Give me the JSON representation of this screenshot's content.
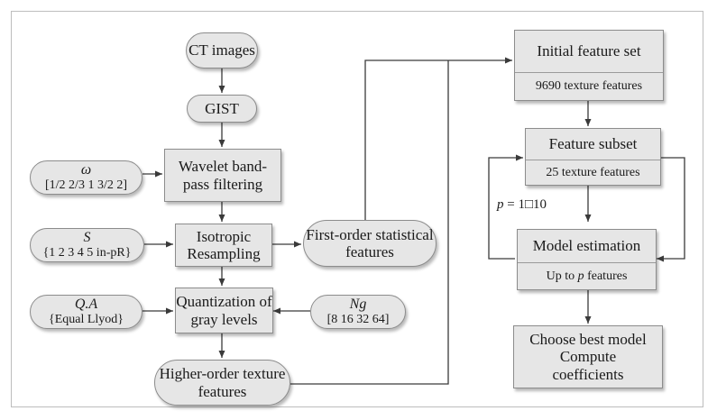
{
  "nodes": {
    "ct_images": "CT images",
    "gist": "GIST",
    "wavelet": "Wavelet band-pass filtering",
    "omega": {
      "symbol": "ω",
      "values": "[1/2  2/3  1  3/2  2]"
    },
    "isotropic": "Isotropic Resampling",
    "s_param": {
      "symbol": "S",
      "values": "{1 2 3 4 5 in-pR}"
    },
    "first_order": "First-order statistical features",
    "quantization": "Quantization of gray levels",
    "qa_param": {
      "symbol": "Q.A",
      "values": "{Equal  Llyod}"
    },
    "ng_param": {
      "symbol": "Ng",
      "values": "[8 16 32 64]"
    },
    "higher_order": "Higher-order texture features",
    "initial_set": {
      "title": "Initial feature set",
      "detail": "9690 texture features"
    },
    "feature_subset": {
      "title": "Feature subset",
      "detail": "25 texture features"
    },
    "model_estimation": {
      "title": "Model estimation",
      "detail_prefix": "Up to ",
      "detail_var": "p",
      "detail_suffix": " features"
    },
    "best_model": "Choose best model Compute coefficients"
  },
  "loop_label": {
    "var": "p",
    "rest": " = 1□10"
  },
  "colors": {
    "fill": "#e6e6e6",
    "border": "#8c8c8c",
    "line": "#3a3a3a",
    "frame": "#bdbdbd"
  }
}
